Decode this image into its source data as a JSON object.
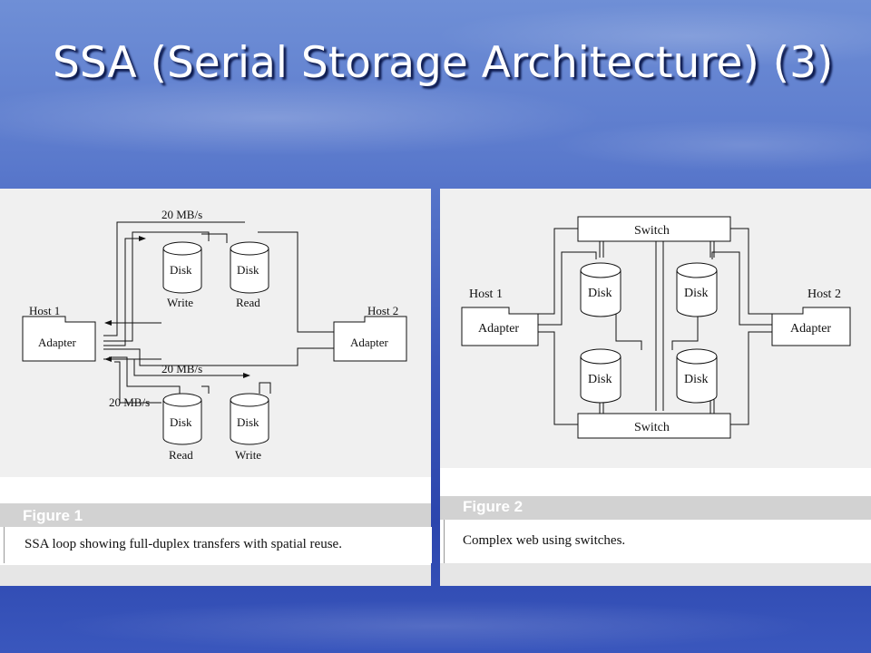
{
  "slide": {
    "title": "SSA (Serial Storage Architecture) (3)"
  },
  "figure1": {
    "label": "Figure 1",
    "caption": "SSA loop showing full-duplex transfers with spatial reuse.",
    "host1": "Host 1",
    "host2": "Host 2",
    "adapter": "Adapter",
    "disk": "Disk",
    "rate": "20 MB/s",
    "write": "Write",
    "read": "Read"
  },
  "figure2": {
    "label": "Figure 2",
    "caption": "Complex web using switches.",
    "host1": "Host 1",
    "host2": "Host 2",
    "adapter": "Adapter",
    "disk": "Disk",
    "switch": "Switch"
  }
}
